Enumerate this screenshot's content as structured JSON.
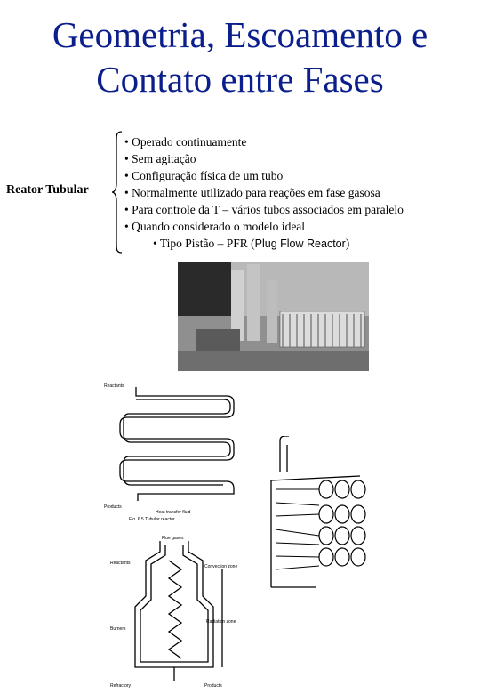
{
  "title": {
    "line1": "Geometria, Escoamento e",
    "line2": "Contato entre Fases"
  },
  "label": "Reator Tubular",
  "bullets": [
    "• Operado continuamente",
    "• Sem agitação",
    "• Configuração física de um tubo",
    "• Normalmente utilizado para reações em fase gasosa",
    "• Para controle da T – vários tubos associados em paralelo",
    "• Quando considerado o modelo ideal"
  ],
  "sub_bullet": {
    "prefix": "• Tipo Pistão – PFR (",
    "expansion": "Plug Flow Reactor",
    "suffix": ")"
  },
  "figures": {
    "photo": "industrial-plant-photo",
    "diagram1": "serpentine-tube-reactor-diagram",
    "diagram2": "tube-bundle-drawing",
    "diagram3": "fired-heater-diagram"
  }
}
